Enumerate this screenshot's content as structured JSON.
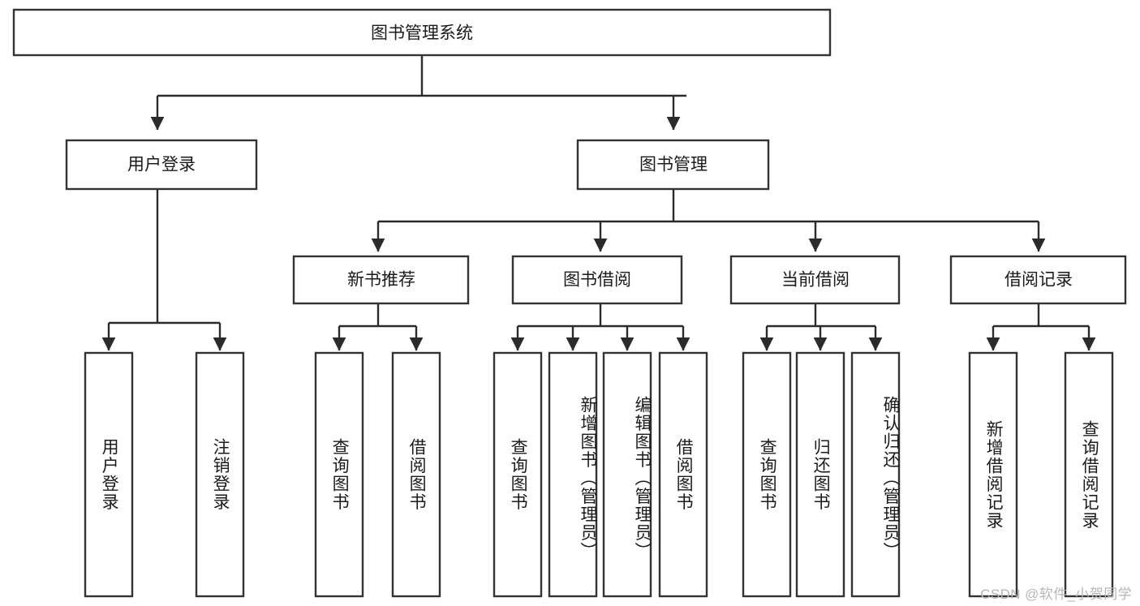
{
  "diagram": {
    "type": "tree-hierarchy",
    "title": "图书管理系统",
    "watermark": "CSDN @软件_小贺同学",
    "colors": {
      "box_stroke": "#333333",
      "box_fill": "#ffffff",
      "connector": "#2b2b2b",
      "text": "#1b1b1b",
      "watermark": "#b6b6b6",
      "background": "#ffffff"
    },
    "root": {
      "label": "图书管理系统"
    },
    "level2": [
      {
        "label": "用户登录"
      },
      {
        "label": "图书管理"
      }
    ],
    "level3": [
      {
        "label": "新书推荐"
      },
      {
        "label": "图书借阅"
      },
      {
        "label": "当前借阅"
      },
      {
        "label": "借阅记录"
      }
    ],
    "leaves": {
      "user_login": [
        {
          "label": "用户登录"
        },
        {
          "label": "注销登录"
        }
      ],
      "new_book_recommend": [
        {
          "label": "查询图书"
        },
        {
          "label": "借阅图书"
        }
      ],
      "book_borrow": [
        {
          "label": "查询图书"
        },
        {
          "label": "新增图书（管理员）"
        },
        {
          "label": "编辑图书（管理员）"
        },
        {
          "label": "借阅图书"
        }
      ],
      "current_borrow": [
        {
          "label": "查询图书"
        },
        {
          "label": "归还图书"
        },
        {
          "label": "确认归还（管理员）"
        }
      ],
      "borrow_record": [
        {
          "label": "新增借阅记录"
        },
        {
          "label": "查询借阅记录"
        }
      ]
    }
  }
}
